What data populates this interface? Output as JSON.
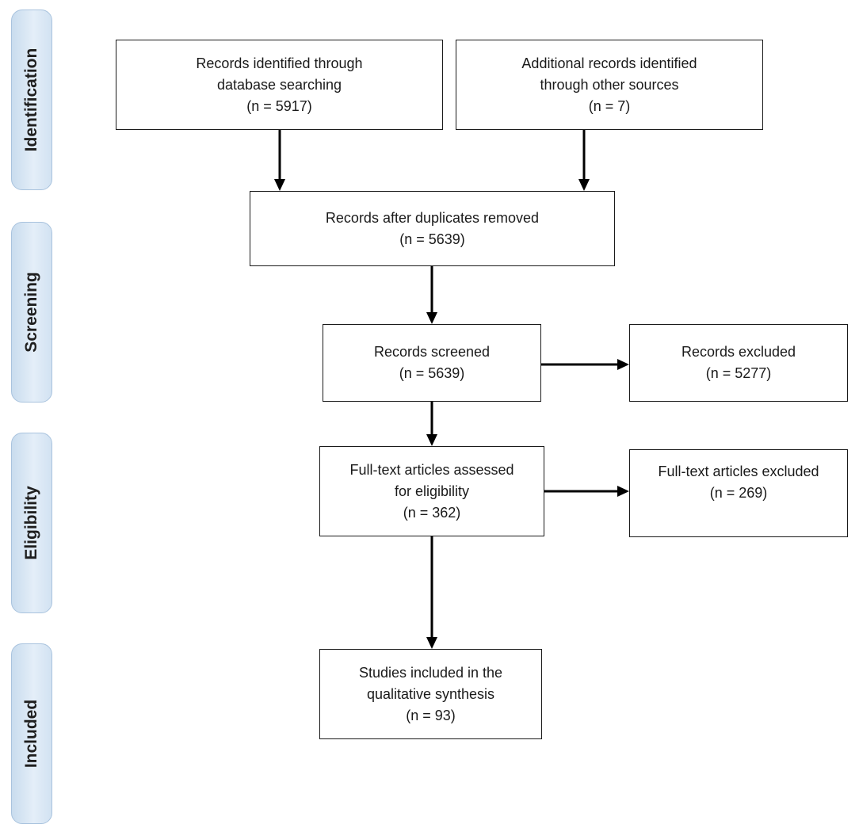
{
  "phases": {
    "identification": "Identification",
    "screening": "Screening",
    "eligibility": "Eligibility",
    "included": "Included"
  },
  "boxes": {
    "database_search": {
      "line1": "Records identified through",
      "line2": "database searching",
      "count": "(n = 5917)"
    },
    "other_sources": {
      "line1": "Additional records identified",
      "line2": "through other sources",
      "count": "(n = 7)"
    },
    "duplicates_removed": {
      "line1": "Records after duplicates removed",
      "count": "(n = 5639)"
    },
    "screened": {
      "line1": "Records screened",
      "count": "(n = 5639)"
    },
    "excluded": {
      "line1": "Records excluded",
      "count": "(n = 5277)"
    },
    "fulltext_assessed": {
      "line1": "Full-text articles assessed",
      "line2": "for eligibility",
      "count": "(n = 362)"
    },
    "fulltext_excluded": {
      "line1": "Full-text articles excluded",
      "count": "(n = 269)"
    },
    "included_studies": {
      "line1": "Studies included in the",
      "line2": "qualitative synthesis",
      "count": "(n = 93)"
    }
  }
}
